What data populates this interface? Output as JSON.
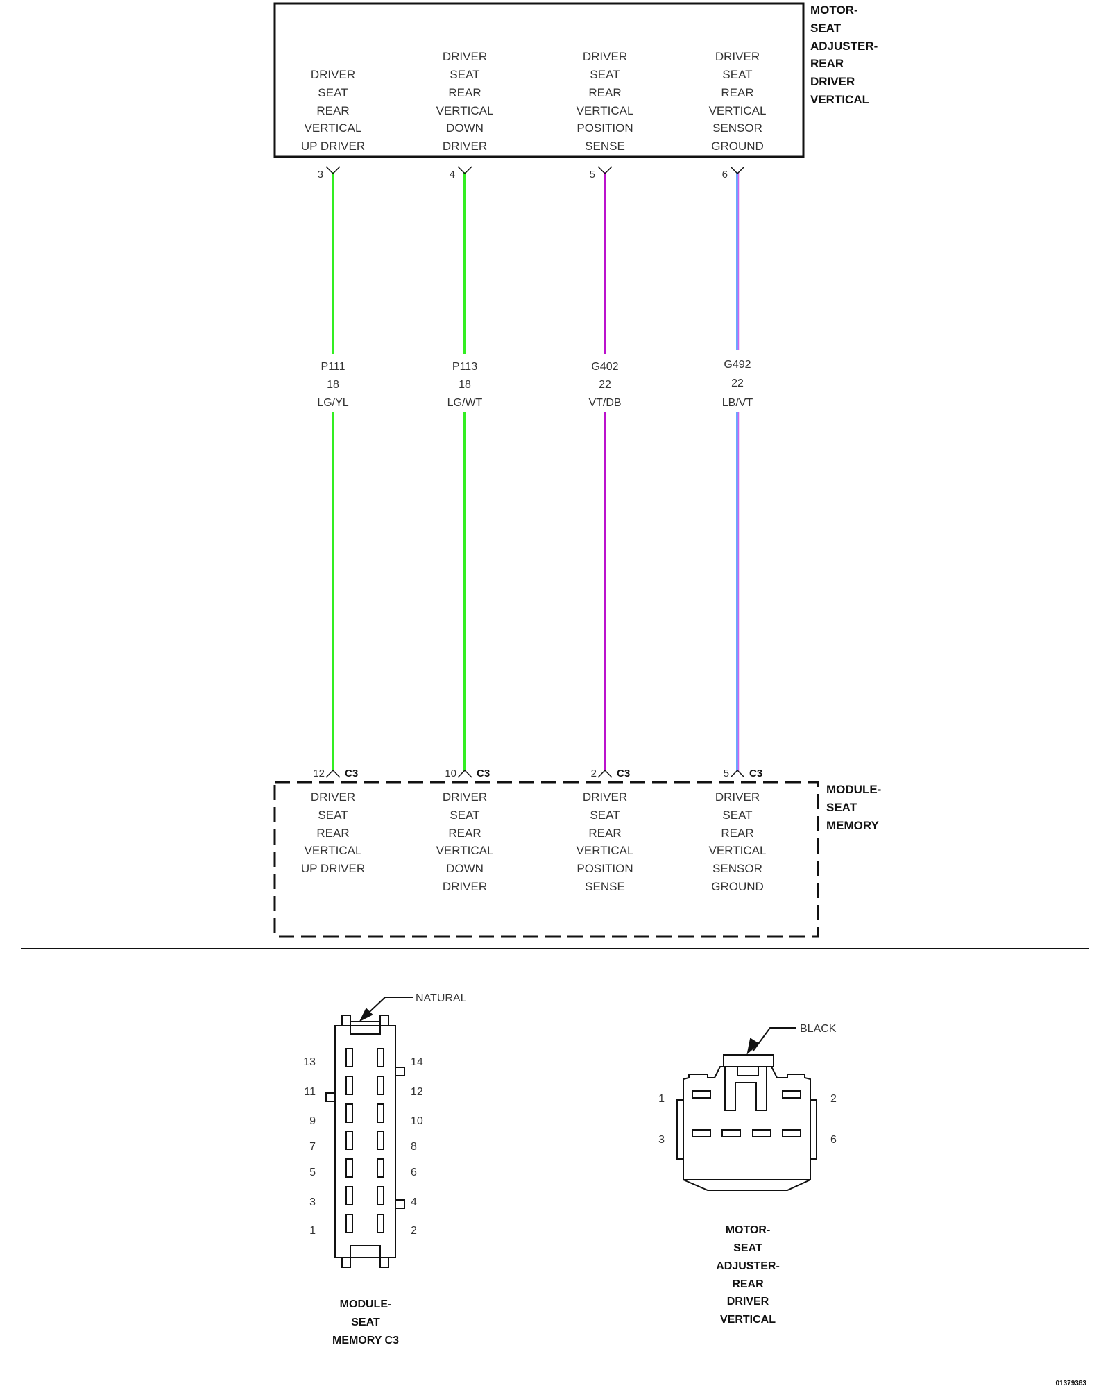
{
  "top_component": {
    "name_lines": [
      "MOTOR-",
      "SEAT",
      "ADJUSTER-",
      "REAR",
      "DRIVER",
      "VERTICAL"
    ]
  },
  "bottom_component": {
    "name_lines": [
      "MODULE-",
      "SEAT",
      "MEMORY"
    ]
  },
  "circuits": [
    {
      "top_pin": "3",
      "bottom_pin": "12",
      "bottom_connector": "C3",
      "top_function": [
        "DRIVER",
        "SEAT",
        "REAR",
        "VERTICAL",
        "UP DRIVER"
      ],
      "bottom_function": [
        "DRIVER",
        "SEAT",
        "REAR",
        "VERTICAL",
        "UP DRIVER"
      ],
      "wire_id": "P111",
      "gauge": "18",
      "color_code": "LG/YL",
      "wire_color": "#33ee22",
      "stripe_color": "#33ee22"
    },
    {
      "top_pin": "4",
      "bottom_pin": "10",
      "bottom_connector": "C3",
      "top_function": [
        "DRIVER",
        "SEAT",
        "REAR",
        "VERTICAL",
        "DOWN",
        "DRIVER"
      ],
      "bottom_function": [
        "DRIVER",
        "SEAT",
        "REAR",
        "VERTICAL",
        "DOWN",
        "DRIVER"
      ],
      "wire_id": "P113",
      "gauge": "18",
      "color_code": "LG/WT",
      "wire_color": "#33ee22",
      "stripe_color": "#33ee22"
    },
    {
      "top_pin": "5",
      "bottom_pin": "2",
      "bottom_connector": "C3",
      "top_function": [
        "DRIVER",
        "SEAT",
        "REAR",
        "VERTICAL",
        "POSITION",
        "SENSE"
      ],
      "bottom_function": [
        "DRIVER",
        "SEAT",
        "REAR",
        "VERTICAL",
        "POSITION",
        "SENSE"
      ],
      "wire_id": "G402",
      "gauge": "22",
      "color_code": "VT/DB",
      "wire_color": "#bb11cc",
      "stripe_color": "#bb11cc"
    },
    {
      "top_pin": "6",
      "bottom_pin": "5",
      "bottom_connector": "C3",
      "top_function": [
        "DRIVER",
        "SEAT",
        "REAR",
        "VERTICAL",
        "SENSOR",
        "GROUND"
      ],
      "bottom_function": [
        "DRIVER",
        "SEAT",
        "REAR",
        "VERTICAL",
        "SENSOR",
        "GROUND"
      ],
      "wire_id": "G492",
      "gauge": "22",
      "color_code": "LB/VT",
      "wire_color": "#66aaff",
      "stripe_color": "#cc66ee"
    }
  ],
  "connector_views": {
    "module": {
      "color_label": "NATURAL",
      "title_lines": [
        "MODULE-",
        "SEAT",
        "MEMORY C3"
      ],
      "pin_labels_left": [
        "13",
        "11",
        "9",
        "7",
        "5",
        "3",
        "1"
      ],
      "pin_labels_right": [
        "14",
        "12",
        "10",
        "8",
        "6",
        "4",
        "2"
      ]
    },
    "motor": {
      "color_label": "BLACK",
      "title_lines": [
        "MOTOR-",
        "SEAT",
        "ADJUSTER-",
        "REAR",
        "DRIVER",
        "VERTICAL"
      ],
      "pin_labels": [
        "1",
        "2",
        "3",
        "6"
      ]
    }
  },
  "doc_number": "01379363"
}
